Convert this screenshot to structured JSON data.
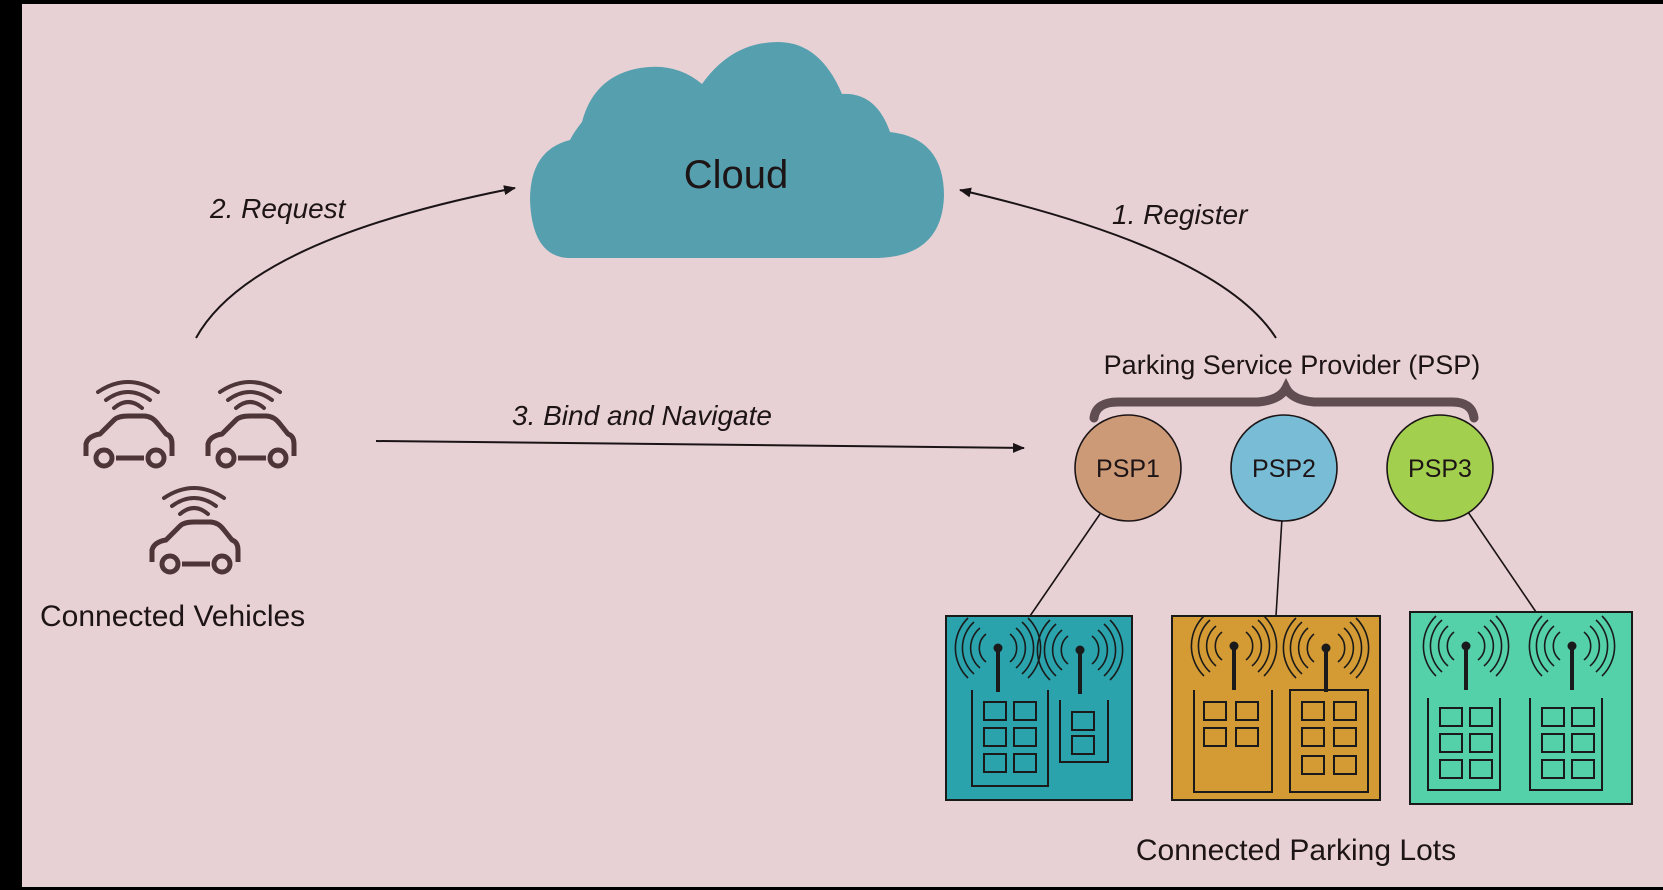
{
  "diagram": {
    "cloud_label": "Cloud",
    "steps": {
      "request": "2. Request",
      "register": "1. Register",
      "bind": "3. Bind and Navigate"
    },
    "vehicles_label": "Connected Vehicles",
    "psp_group_label": "Parking Service Provider (PSP)",
    "psps": [
      {
        "label": "PSP1",
        "color": "#cc9a77"
      },
      {
        "label": "PSP2",
        "color": "#79bcd6"
      },
      {
        "label": "PSP3",
        "color": "#a3cf4f"
      }
    ],
    "parking_lots_label": "Connected Parking Lots",
    "lot_colors": [
      "#2aa3ad",
      "#d49b35",
      "#55d1a9"
    ]
  },
  "colors": {
    "page_bg": "#e8d1d5",
    "cloud_fill": "#559fae",
    "icon": "#4e3537",
    "arrow": "#1b1416",
    "brace": "#5f4d51"
  }
}
